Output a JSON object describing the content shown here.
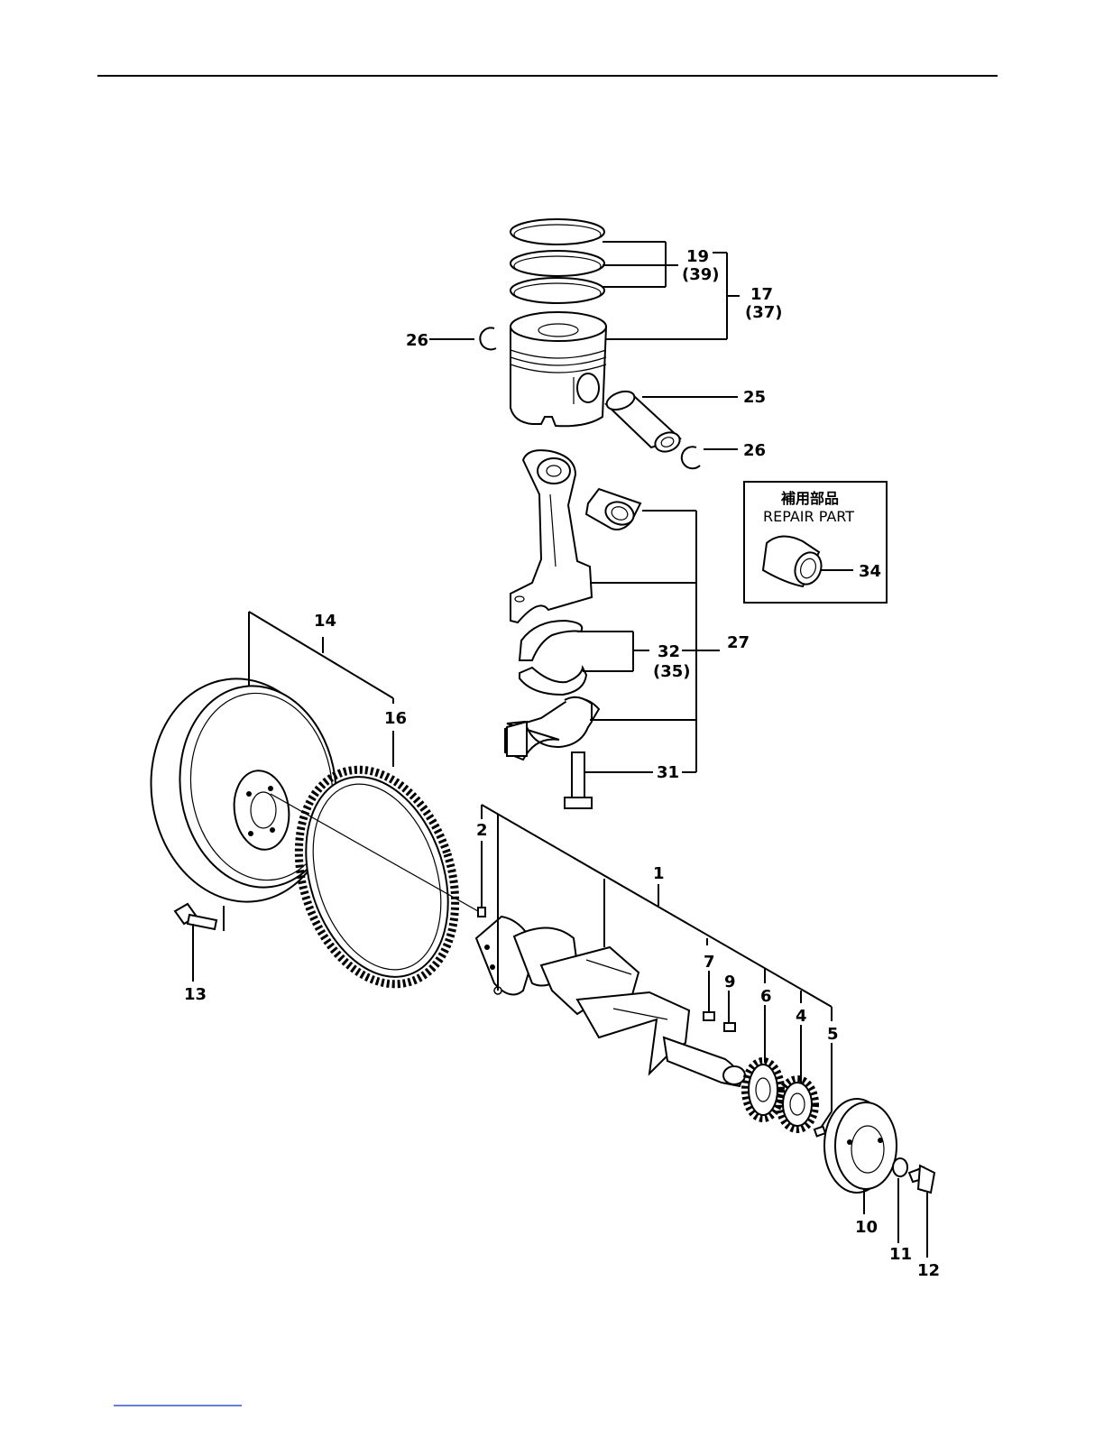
{
  "callouts": {
    "c1": "1",
    "c2": "2",
    "c4": "4",
    "c5": "5",
    "c6": "6",
    "c7": "7",
    "c9": "9",
    "c10": "10",
    "c11": "11",
    "c12": "12",
    "c13": "13",
    "c14": "14",
    "c16": "16",
    "c17": "17",
    "c17b": "(37)",
    "c19": "19",
    "c19b": "(39)",
    "c25": "25",
    "c26a": "26",
    "c26b": "26",
    "c27": "27",
    "c31": "31",
    "c32": "32",
    "c32b": "(35)",
    "c34": "34"
  },
  "repair_box": {
    "title_jp": "補用部品",
    "title_en": "REPAIR PART"
  }
}
